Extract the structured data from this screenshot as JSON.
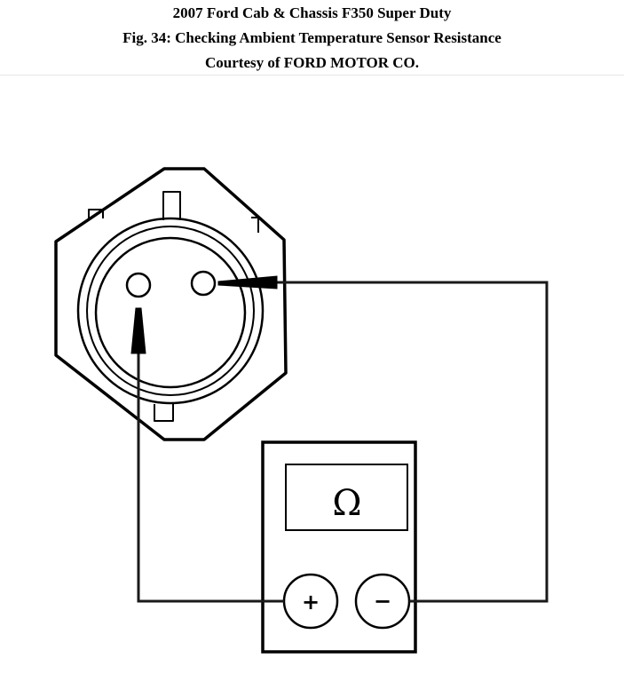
{
  "header": {
    "line1": "2007 Ford Cab & Chassis F350 Super Duty",
    "line2": "Fig. 34: Checking Ambient Temperature Sensor Resistance",
    "line3": "Courtesy of FORD MOTOR CO."
  },
  "meter": {
    "display_symbol": "Ω",
    "positive_label": "+",
    "negative_label": "−"
  },
  "colors": {
    "line": "#000000",
    "lead_wire": "#1a1a1a",
    "background": "#ffffff",
    "rule": "#e6e6e6"
  }
}
